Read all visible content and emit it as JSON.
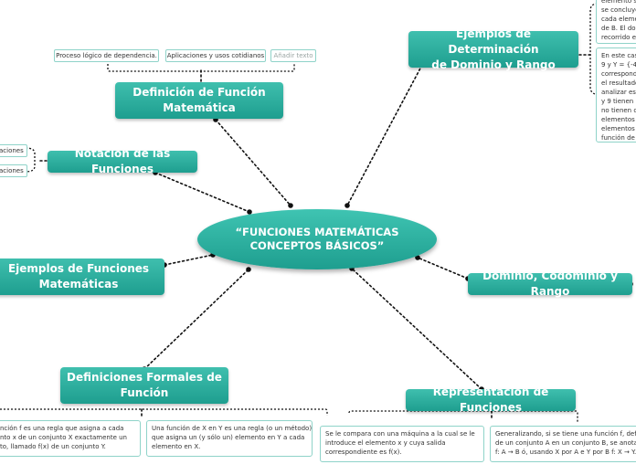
{
  "central": {
    "line1": "“FUNCIONES MATEMÁTICAS",
    "line2": "CONCEPTOS BÁSICOS”"
  },
  "topics": {
    "definicion": {
      "line1": "Definición de Función",
      "line2": "Matemática"
    },
    "notacion": {
      "label": "Notacion de las Funciones"
    },
    "ejemplos_funciones": {
      "line1": "Ejemplos de Funciones",
      "line2": "Matemáticas"
    },
    "definiciones_formales": {
      "line1": "Definiciones Formales de",
      "line2": "Función"
    },
    "ejemplos_determinacion": {
      "line1": "Ejemplos de Determinación",
      "line2": "de Dominio y Rango"
    },
    "dominio": {
      "label": "Dominio, Codominio y Rango"
    },
    "representacion": {
      "label": "Representación de Funciones"
    }
  },
  "tags": {
    "proceso": "Proceso lógico de dependencia.",
    "aplicaciones": "Aplicaciones y usos cotidianos",
    "anadir": "Añadir texto",
    "notacion_1": "aciones",
    "notacion_2": "aciones"
  },
  "notes": {
    "formal_1": "nción f es una regla que asigna a cada\nnto x de un conjunto X exactamente un\nto, llamado f(x) de un conjunto Y.",
    "formal_2": "Una función de X en Y es una regla (o un método)\nque asigna un (y sólo un) elemento en Y a cada\nelemento en X.",
    "rep_1": "Se le compara con una máquina a la cual se le\nintroduce el elemento x y cuya salida\ncorrespondiente es f(x).",
    "rep_2": "Generalizando, si se tiene una función f, defi\nde un conjunto A en un conjunto B, se anota\nf: A → B ó, usando X por A e Y por B f: X → Y.",
    "det_1": "elemento su\nse concluye\ncada elemen\nde B. El don\nrecorrido es",
    "det_2": "En este cas\n9 y Y = {-4, -\ncorrespond\nel resultado\nanalizar est\ny 9 tienen i\nno tienen co\nelementos d\nelementos d\nfunción de X"
  },
  "colors": {
    "topic_top": "#3fbfae",
    "topic_bottom": "#1e9e8f",
    "note_border": "#8fd3c9",
    "connector": "#111111"
  }
}
